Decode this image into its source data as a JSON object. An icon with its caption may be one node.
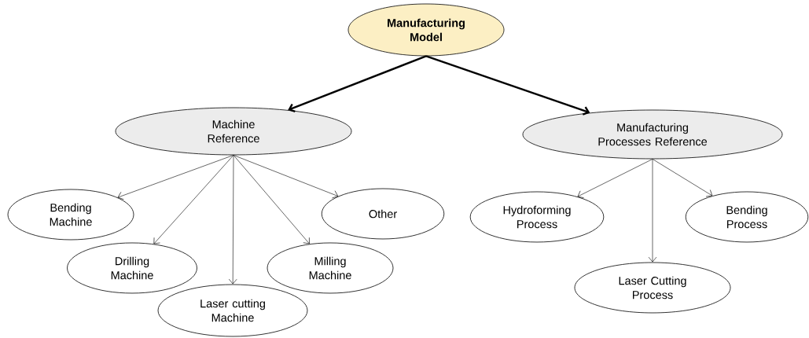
{
  "diagram": {
    "nodes": [
      {
        "text": [
          "Manufacturing Model"
        ]
      },
      {
        "text": [
          "Machine Reference"
        ]
      },
      {
        "text": [
          "Manufacturing Processes Reference"
        ]
      },
      {
        "text": [
          "Bending Machine"
        ]
      },
      {
        "text": [
          "Drilling Machine"
        ]
      },
      {
        "text": [
          "Laser cutting Machine"
        ]
      },
      {
        "text": [
          "Milling Machine"
        ]
      },
      {
        "text": [
          "Other"
        ]
      },
      {
        "text": [
          "Hydroforming Process"
        ]
      },
      {
        "text": [
          "Bending Process"
        ]
      },
      {
        "text": [
          "Laser Cutting Process"
        ]
      }
    ],
    "edges": [
      {
        "from": 0,
        "to": 1,
        "arrow": "to",
        "style": "thick"
      },
      {
        "from": 0,
        "to": 2,
        "arrow": "to",
        "style": "thick"
      },
      {
        "from": 1,
        "to": 3,
        "arrow": "to"
      },
      {
        "from": 1,
        "to": 4,
        "arrow": "to"
      },
      {
        "from": 1,
        "to": 5,
        "arrow": "to"
      },
      {
        "from": 1,
        "to": 6,
        "arrow": "to"
      },
      {
        "from": 1,
        "to": 7,
        "arrow": "to"
      },
      {
        "from": 2,
        "to": 8,
        "arrow": "to"
      },
      {
        "from": 2,
        "to": 10,
        "arrow": "to"
      },
      {
        "from": 2,
        "to": 9,
        "arrow": "to"
      }
    ]
  }
}
